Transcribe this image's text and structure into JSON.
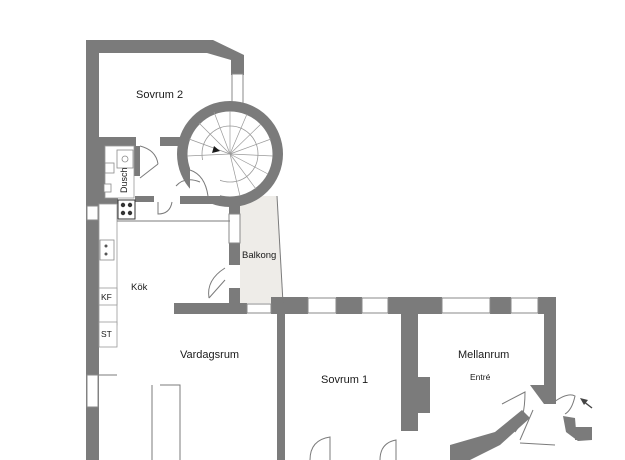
{
  "plan": {
    "rooms": {
      "sovrum2": "Sovrum 2",
      "dusch": "Dusch",
      "balkong": "Balkong",
      "kok": "Kök",
      "kf": "KF",
      "st": "ST",
      "vardagsrum": "Vardagsrum",
      "sovrum1": "Sovrum 1",
      "mellanrum": "Mellanrum",
      "entre": "Entré"
    },
    "colors": {
      "wall": "#7b7b7b",
      "balcony_fill": "#eeece8",
      "background": "#ffffff"
    },
    "icons": [
      "spiral-staircase-icon",
      "shower-icon",
      "toilet-icon",
      "stove-icon",
      "sink-icon",
      "entrance-arrow-icon"
    ]
  }
}
